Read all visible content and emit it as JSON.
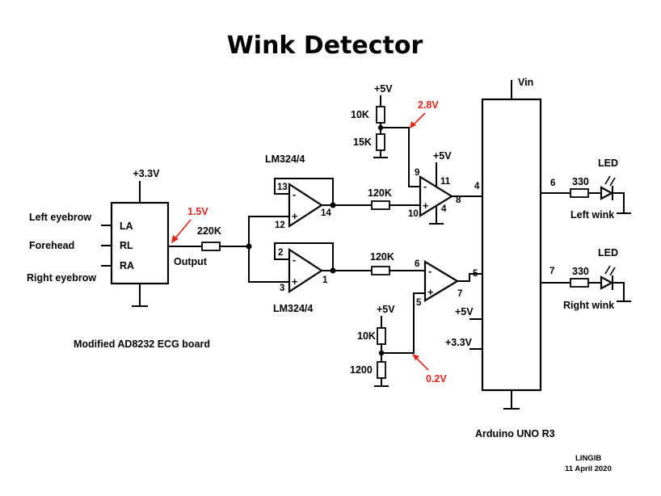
{
  "title": "Wink Detector",
  "ecg_board": {
    "supply": "+3.3V",
    "pins": [
      "LA",
      "RL",
      "RA"
    ],
    "inputs": [
      "Left eyebrow",
      "Forehead",
      "Right eyebrow"
    ],
    "output_label": "Output",
    "output_voltage": "1.5V",
    "caption": "Modified AD8232 ECG board"
  },
  "buffer_top": {
    "label": "LM324/4",
    "pin_inv": "13",
    "pin_noninv": "12",
    "pin_out": "14"
  },
  "buffer_bottom": {
    "label": "LM324/4",
    "pin_inv": "2",
    "pin_noninv": "3",
    "pin_out": "1"
  },
  "input_resistor": "220K",
  "comparator_top": {
    "pin_inv": "9",
    "pin_noninv": "10",
    "pin_out": "8",
    "pin_vcc": "11",
    "pin_gnd": "4",
    "vcc_label": "+5V",
    "series_resistor": "120K",
    "divider": {
      "supply": "+5V",
      "r_top": "10K",
      "r_bottom": "15K",
      "voltage": "2.8V"
    }
  },
  "comparator_bottom": {
    "pin_inv": "6",
    "pin_noninv": "5",
    "pin_out": "7",
    "series_resistor": "120K",
    "divider": {
      "supply": "+5V",
      "r_top": "10K",
      "r_bottom": "1200",
      "voltage": "0.2V"
    }
  },
  "arduino": {
    "name": "Arduino UNO R3",
    "vin": "Vin",
    "pin_in_top": "4",
    "pin_in_bottom": "5",
    "pin_out_top": "6",
    "pin_out_bottom": "7",
    "supply_5v": "+5V",
    "supply_33v": "+3.3V"
  },
  "led_left": {
    "label": "LED",
    "resistor": "330",
    "caption": "Left wink"
  },
  "led_right": {
    "label": "LED",
    "resistor": "330",
    "caption": "Right wink"
  },
  "author": "LINGIB",
  "date": "11 April 2020"
}
